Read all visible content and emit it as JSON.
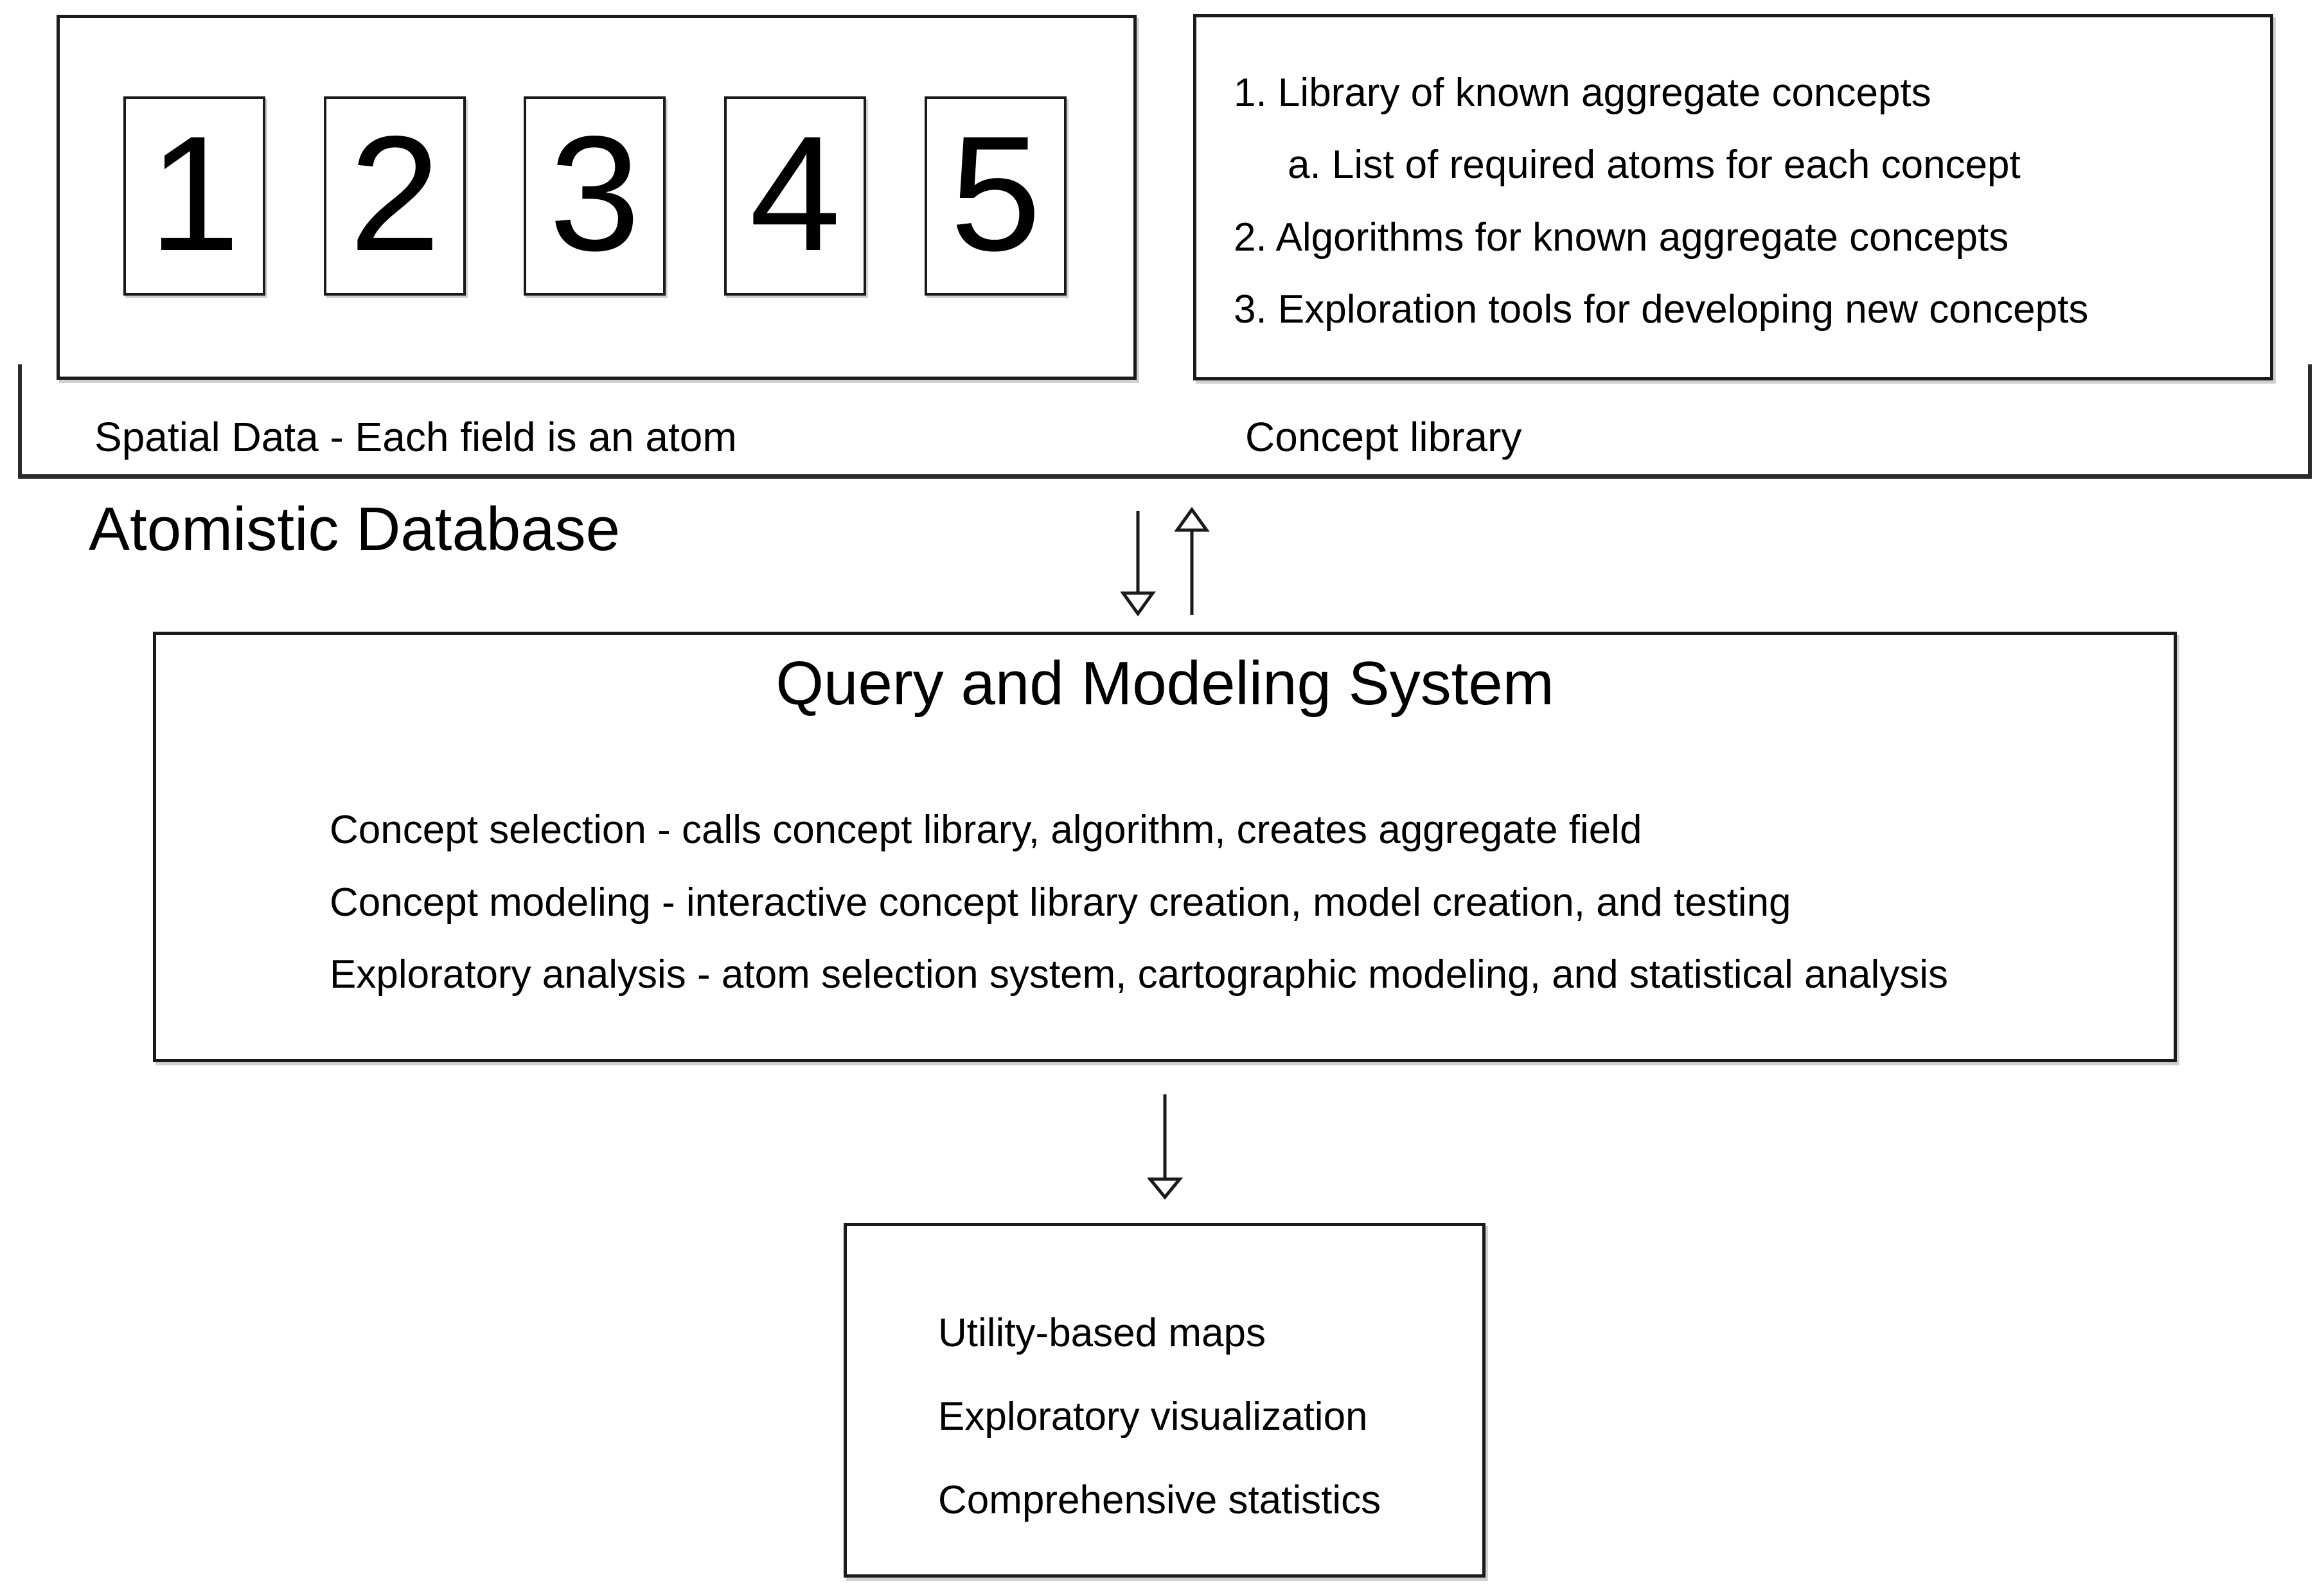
{
  "diagram": {
    "atomistic_database": {
      "title": "Atomistic Database",
      "spatial": {
        "label": "Spatial Data - Each field is an atom",
        "atoms": [
          "1",
          "2",
          "3",
          "4",
          "5"
        ]
      },
      "concept_library": {
        "label": "Concept library",
        "items": [
          {
            "text": "1. Library of known aggregate concepts",
            "indent": false
          },
          {
            "text": "a. List of required atoms for each concept",
            "indent": true
          },
          {
            "text": "2. Algorithms for known aggregate concepts",
            "indent": false
          },
          {
            "text": "3. Exploration tools for developing new concepts",
            "indent": false
          }
        ]
      }
    },
    "query_system": {
      "title": "Query and Modeling System",
      "lines": [
        "Concept selection - calls concept library, algorithm, creates aggregate field",
        "Concept modeling - interactive concept library creation, model creation, and testing",
        "Exploratory analysis - atom selection system, cartographic modeling, and statistical analysis"
      ]
    },
    "outputs": {
      "lines": [
        "Utility-based maps",
        "Exploratory visualization",
        "Comprehensive statistics"
      ]
    },
    "colors": {
      "line": "#1a1a1a",
      "background": "#ffffff",
      "text": "#000000"
    }
  }
}
